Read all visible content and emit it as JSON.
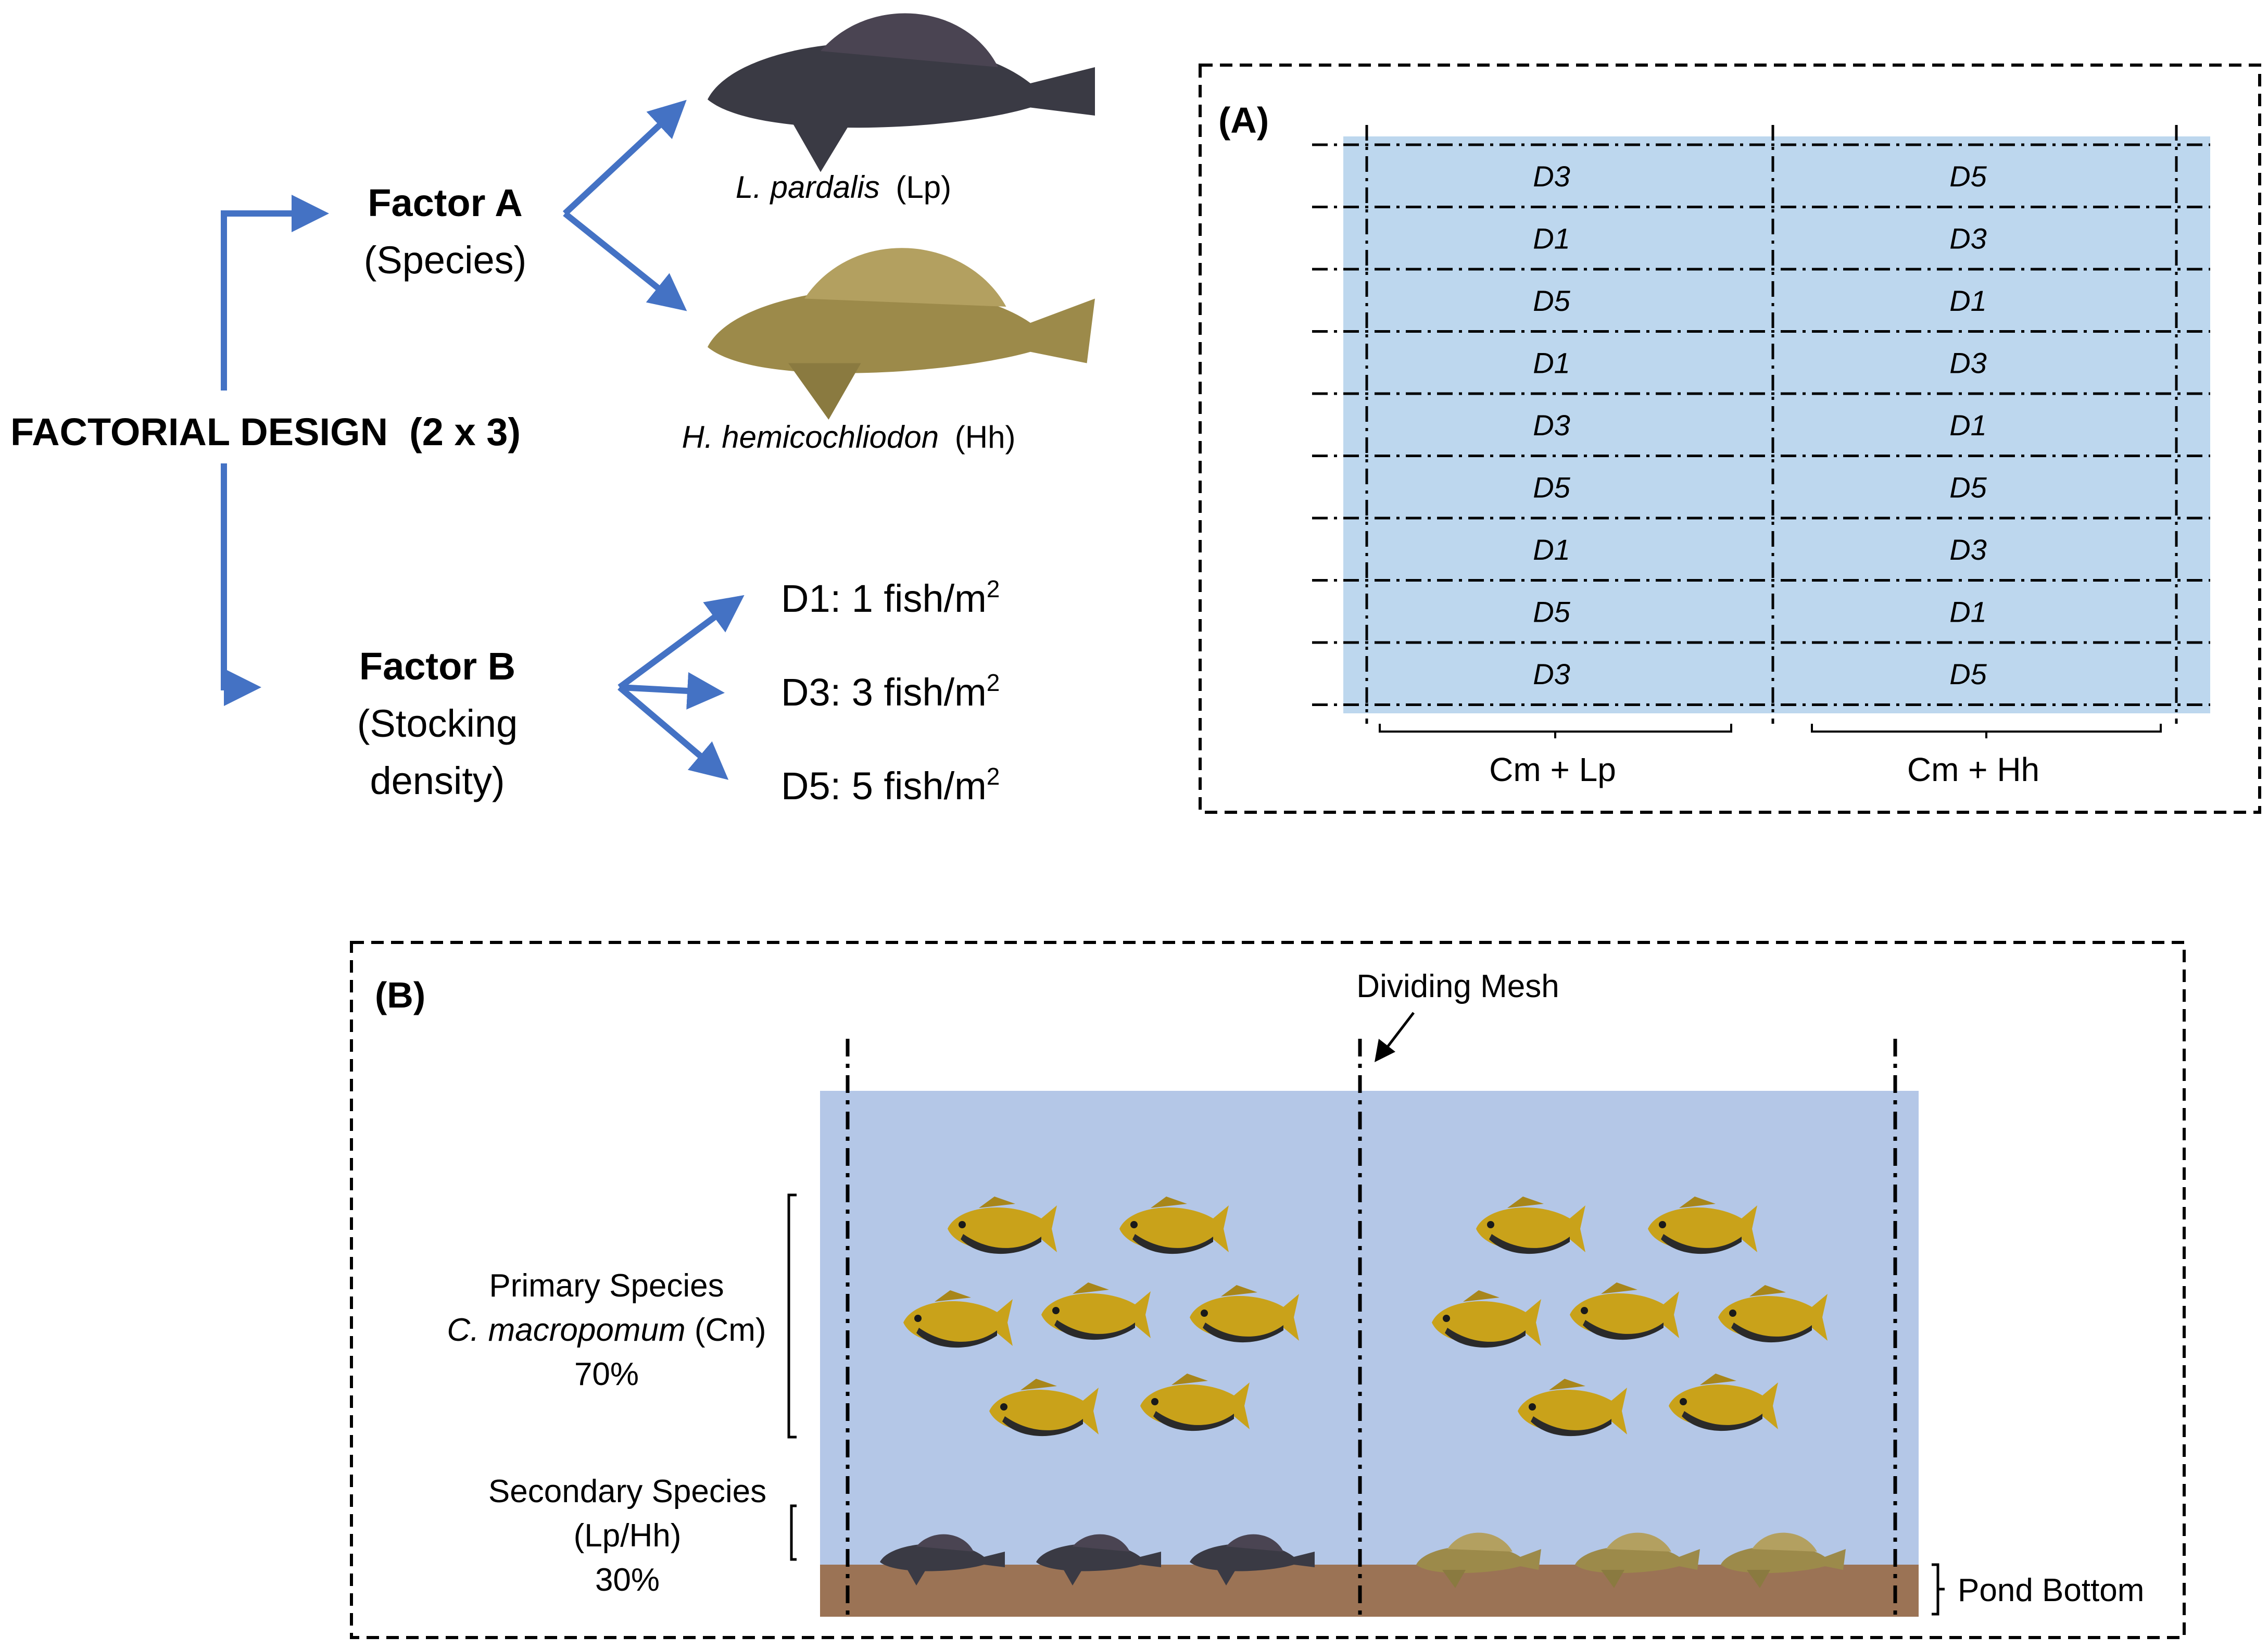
{
  "design": {
    "title": "FACTORIAL DESIGN  (2 x 3)",
    "factor_a": {
      "name": "Factor A",
      "desc": "(Species)"
    },
    "factor_b": {
      "name": "Factor B",
      "desc_line1": "(Stocking",
      "desc_line2": "density)"
    },
    "species": [
      {
        "name": "L. pardalis",
        "code": "(Lp)"
      },
      {
        "name": "H. hemicochliodon",
        "code": "(Hh)"
      }
    ],
    "densities": [
      {
        "label": "D1: 1 fish/m",
        "sup": "2"
      },
      {
        "label": "D3: 3 fish/m",
        "sup": "2"
      },
      {
        "label": "D5: 5 fish/m",
        "sup": "2"
      }
    ]
  },
  "panel_a": {
    "label": "(A)",
    "left_column": [
      "D3",
      "D1",
      "D5",
      "D1",
      "D3",
      "D5",
      "D1",
      "D5",
      "D3"
    ],
    "right_column": [
      "D5",
      "D3",
      "D1",
      "D3",
      "D1",
      "D5",
      "D3",
      "D1",
      "D5"
    ],
    "left_group": "Cm + Lp",
    "right_group": "Cm + Hh",
    "pond_color": "#bdd7ee"
  },
  "panel_b": {
    "label": "(B)",
    "mesh_label": "Dividing Mesh",
    "primary": {
      "line1": "Primary Species",
      "name": "C. macropomum",
      "code": " (Cm)",
      "pct": "70%"
    },
    "secondary": {
      "line1": "Secondary Species",
      "line2": "(Lp/Hh)",
      "pct": "30%"
    },
    "bottom_label": "Pond Bottom",
    "water_color": "#b4c7e7",
    "bottom_color": "#9b7355"
  },
  "colors": {
    "arrow": "#4472c4",
    "lp_fish": "#3a3a44",
    "hh_fish": "#9c8a4a",
    "cm_fish_top": "#c9a21a",
    "cm_fish_belly": "#2a2a2a"
  }
}
